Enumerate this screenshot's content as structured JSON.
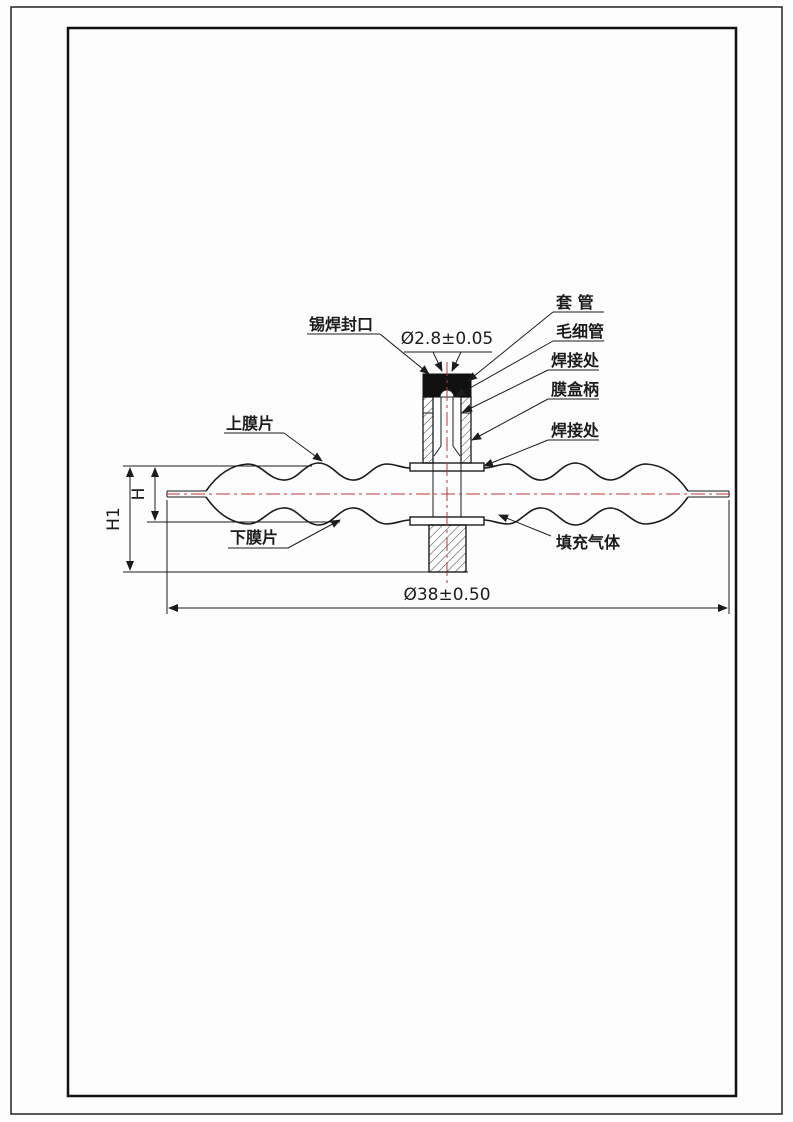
{
  "drawing": {
    "title_hint": "diaphragm-capsule-section",
    "labels": {
      "solder_seal": "锡焊封口",
      "sleeve": "套 管",
      "capillary": "毛细管",
      "weld_top": "焊接处",
      "stem": "膜盒柄",
      "weld_bottom": "焊接处",
      "upper_diaphragm": "上膜片",
      "lower_diaphragm": "下膜片",
      "fill_gas": "填充气体"
    },
    "dimensions": {
      "capillary_dia": "Ø2.8±0.05",
      "capsule_dia": "Ø38±0.50",
      "height_h": "H",
      "height_h1": "H1"
    },
    "colors": {
      "centerline_red": "#c23333",
      "ink": "#1c1c1c",
      "paper": "#fdfdfd"
    }
  }
}
